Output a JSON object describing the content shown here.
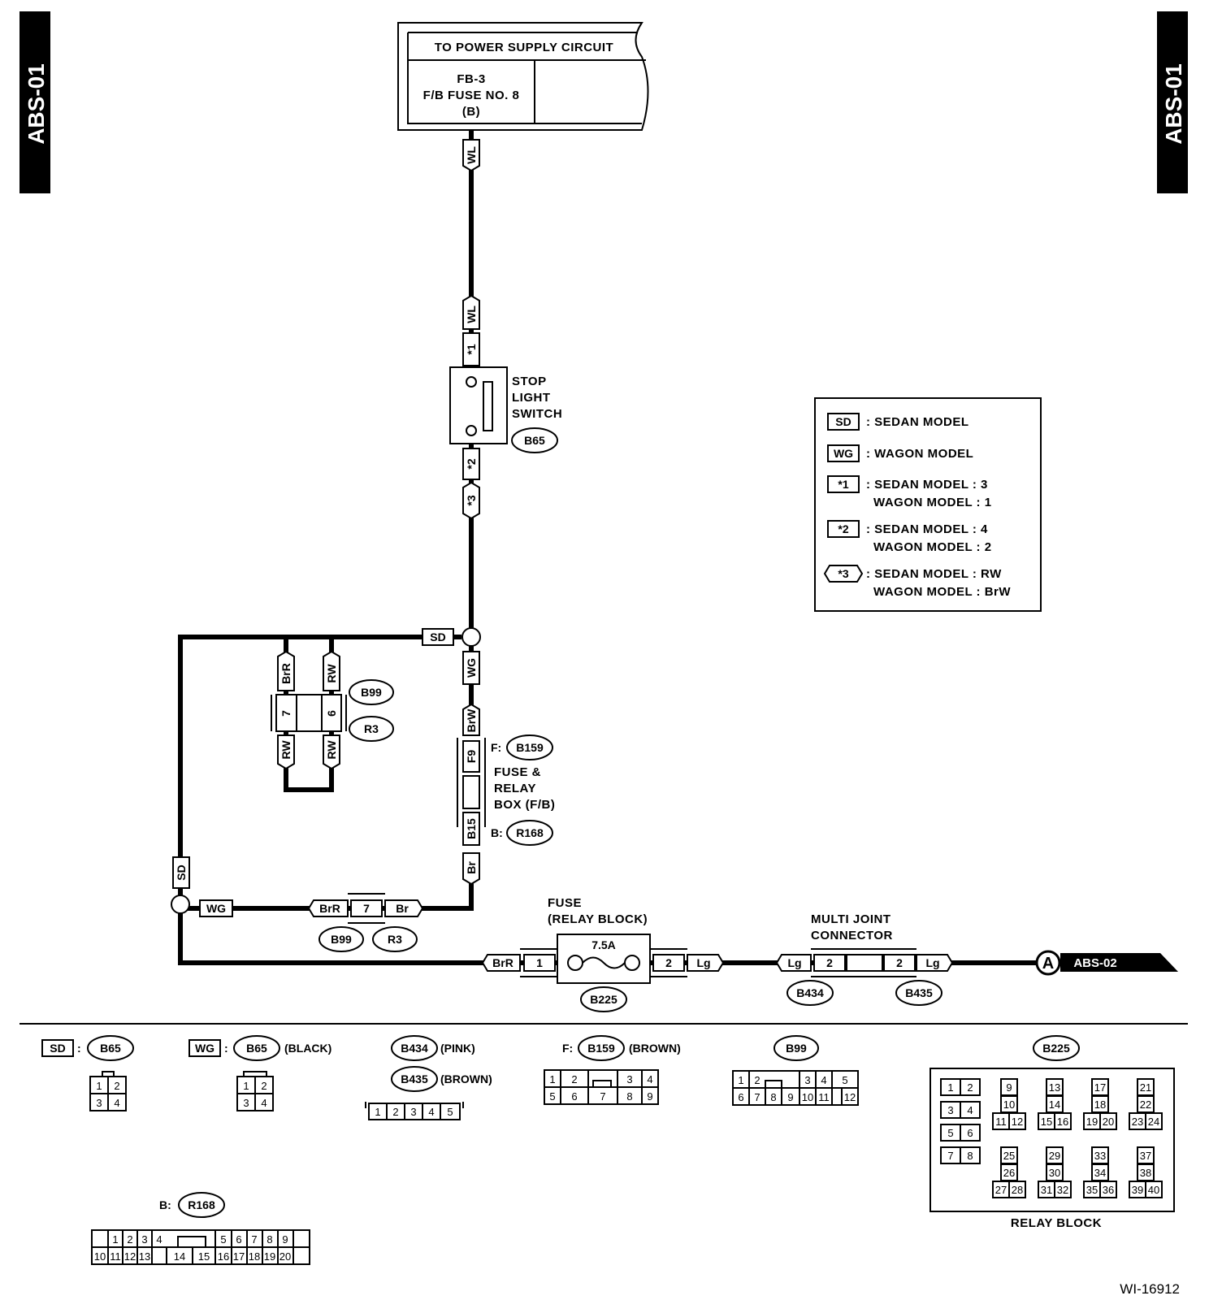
{
  "page_tag": "ABS-01",
  "power_supply": {
    "title": "TO POWER SUPPLY CIRCUIT",
    "line1": "FB-3",
    "line2": "F/B FUSE NO. 8",
    "line3": "(B)"
  },
  "stop_light_switch": {
    "label1": "STOP",
    "label2": "LIGHT",
    "label3": "SWITCH",
    "connector": "B65"
  },
  "fuse_relay_box": {
    "label1": "FUSE &",
    "label2": "RELAY",
    "label3": "BOX (F/B)",
    "f_prefix": "F:",
    "f_connector": "B159",
    "b_prefix": "B:",
    "b_connector": "R168",
    "pin_f": "F9",
    "pin_b": "B15"
  },
  "fuse_block": {
    "label1": "FUSE",
    "label2": "(RELAY BLOCK)",
    "rating": "7.5A",
    "connector": "B225",
    "pin_in": "1",
    "pin_out": "2"
  },
  "multi_joint": {
    "label1": "MULTI JOINT",
    "label2": "CONNECTOR",
    "conn_left": "B434",
    "conn_right": "B435",
    "pin": "2"
  },
  "wire_colors": {
    "wl": "WL",
    "brr": "BrR",
    "rw": "RW",
    "wg": "WG",
    "brw": "BrW",
    "br": "Br",
    "lg": "Lg"
  },
  "model_tags": {
    "sd": "SD",
    "wg": "WG",
    "s1": "*1",
    "s2": "*2",
    "s3": "*3"
  },
  "connectors": {
    "b99": "B99",
    "r3": "R3",
    "b65": "B65",
    "b434": "B434",
    "b435": "B435",
    "b159": "B159",
    "b225": "B225",
    "r168": "R168"
  },
  "pins": {
    "p7": "7",
    "p6": "6"
  },
  "legend": {
    "items": [
      {
        "tag": "SD",
        "line1": ": SEDAN MODEL",
        "line2": ""
      },
      {
        "tag": "WG",
        "line1": ": WAGON MODEL",
        "line2": ""
      },
      {
        "tag": "*1",
        "line1": ": SEDAN MODEL : 3",
        "line2": "WAGON MODEL : 1"
      },
      {
        "tag": "*2",
        "line1": ": SEDAN MODEL : 4",
        "line2": "WAGON MODEL : 2"
      },
      {
        "tag": "*3",
        "line1": ": SEDAN MODEL : RW",
        "line2": "WAGON MODEL : BrW"
      }
    ]
  },
  "output": {
    "circle": "A",
    "label": "ABS-02"
  },
  "connector_views": {
    "colon": ":",
    "black": "(BLACK)",
    "pink": "(PINK)",
    "brown": "(BROWN)",
    "f_prefix": "F:",
    "b_prefix": "B:",
    "relay_block": "RELAY BLOCK"
  },
  "figure_id": "WI-16912"
}
